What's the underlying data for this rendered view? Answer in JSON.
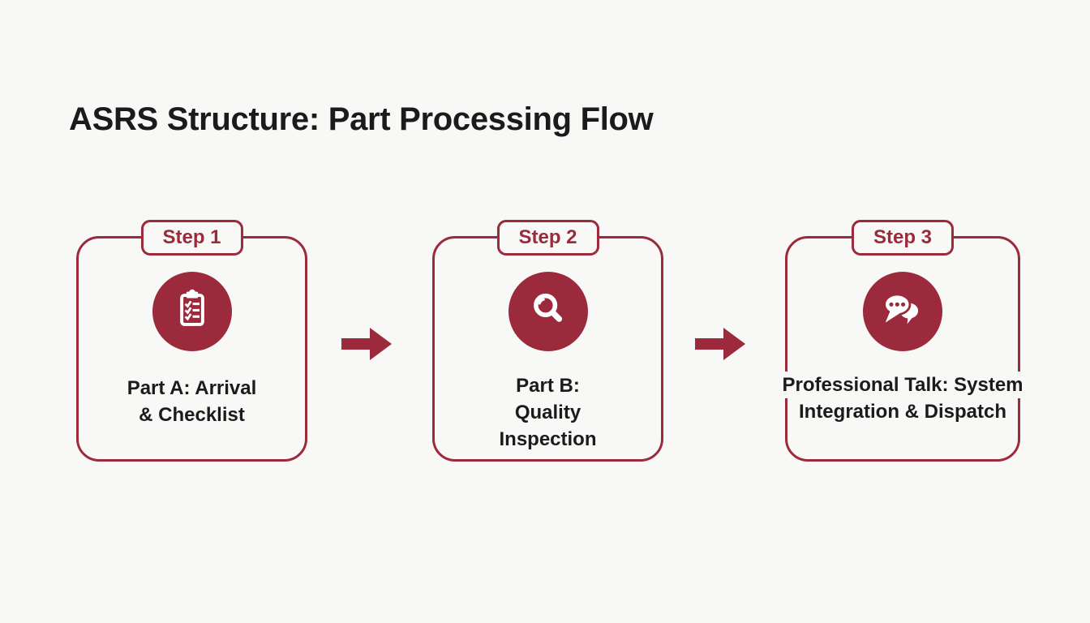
{
  "title": "ASRS Structure: Part Processing Flow",
  "colors": {
    "accent": "#9B2B3C",
    "background": "#F8F8F6",
    "text": "#1B1B1B",
    "icon_foreground": "#FFFFFF"
  },
  "steps": [
    {
      "badge": "Step 1",
      "icon": "clipboard-checklist-icon",
      "label_lines": [
        "Part A: Arrival",
        "& Checklist"
      ]
    },
    {
      "badge": "Step 2",
      "icon": "magnifier-icon",
      "label_lines": [
        "Part B:",
        "Quality",
        "Inspection"
      ]
    },
    {
      "badge": "Step 3",
      "icon": "chat-bubbles-icon",
      "label_lines": [
        "Professional Talk: System",
        "Integration & Dispatch"
      ]
    }
  ],
  "connectors": [
    {
      "name": "arrow-right"
    },
    {
      "name": "arrow-right"
    }
  ]
}
